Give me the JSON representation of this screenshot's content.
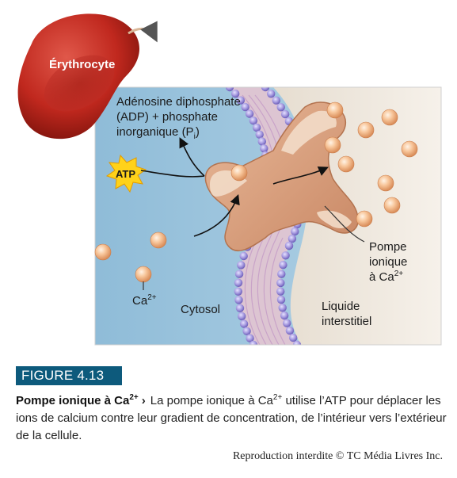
{
  "labels": {
    "erythrocyte": "Érythrocyte",
    "adp_line1": "Adénosine diphosphate",
    "adp_line2": "(ADP) + phosphate",
    "adp_line3_pre": "inorganique (P",
    "adp_line3_sub": "i",
    "adp_line3_post": ")",
    "atp": "ATP",
    "ca_base": "Ca",
    "ca_sup": "2+",
    "cytosol": "Cytosol",
    "liquide_line1": "Liquide",
    "liquide_line2": "interstitiel",
    "pompe_line1": "Pompe",
    "pompe_line2": "ionique",
    "pompe_line3_pre": "à Ca",
    "pompe_line3_sup": "2+"
  },
  "figure": {
    "badge": "FIGURE 4.13"
  },
  "caption": {
    "title": "Pompe ionique à Ca",
    "title_sup": "2+",
    "arrow": "›",
    "text_pre": "La pompe ionique à Ca",
    "text_sup": "2+",
    "text_post": " utilise l’ATP pour déplacer les ions de calcium contre leur gradient de concentration, de l’intérieur vers l’extérieur de la cellule."
  },
  "copyright": "Reproduction interdite © TC Média Livres Inc.",
  "colors": {
    "cytosol_blue": "#9fc6de",
    "interstitial_beige": "#efe8dc",
    "membrane_purple": "#9b8fd6",
    "pump_tan": "#d9a282",
    "ion_peach": "#f2b98a",
    "erythrocyte_red": "#c0281e",
    "atp_yellow": "#ffd21a",
    "badge_blue": "#0d5a7c"
  }
}
